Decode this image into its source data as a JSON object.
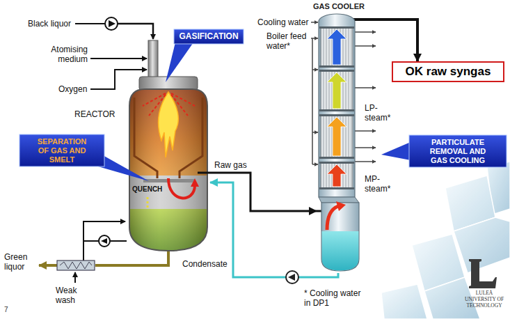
{
  "diagram": {
    "nodes": [
      {
        "text": [
          "REACTOR"
        ]
      },
      {
        "text": [
          "GAS COOLER"
        ]
      },
      {
        "text": [
          "GASIFICATION"
        ]
      },
      {
        "text": [
          "SEPARATION OF GAS AND SMELT"
        ]
      },
      {
        "text": [
          "PARTICULATE REMOVAL AND GAS COOLING"
        ]
      },
      {
        "text": [
          "OK raw syngas"
        ]
      }
    ],
    "edges": [
      {
        "from": 0,
        "to": 1,
        "label": "Raw gas",
        "arrow": "to"
      },
      {
        "from": 1,
        "to": 0,
        "label": "Condensate",
        "arrow": "to"
      },
      {
        "from": 1,
        "to": 5,
        "arrow": "to"
      }
    ],
    "labels": [
      "Black liquor",
      "Atomising medium",
      "Oxygen",
      "QUENCH",
      "Green liquor",
      "Weak wash",
      "Cooling water",
      "Boiler feed water*",
      "LP-steam*",
      "MP-steam*",
      "* Cooling water in DP1",
      "7",
      "LULEÅ UNIVERSITY OF TECHNOLOGY"
    ]
  }
}
